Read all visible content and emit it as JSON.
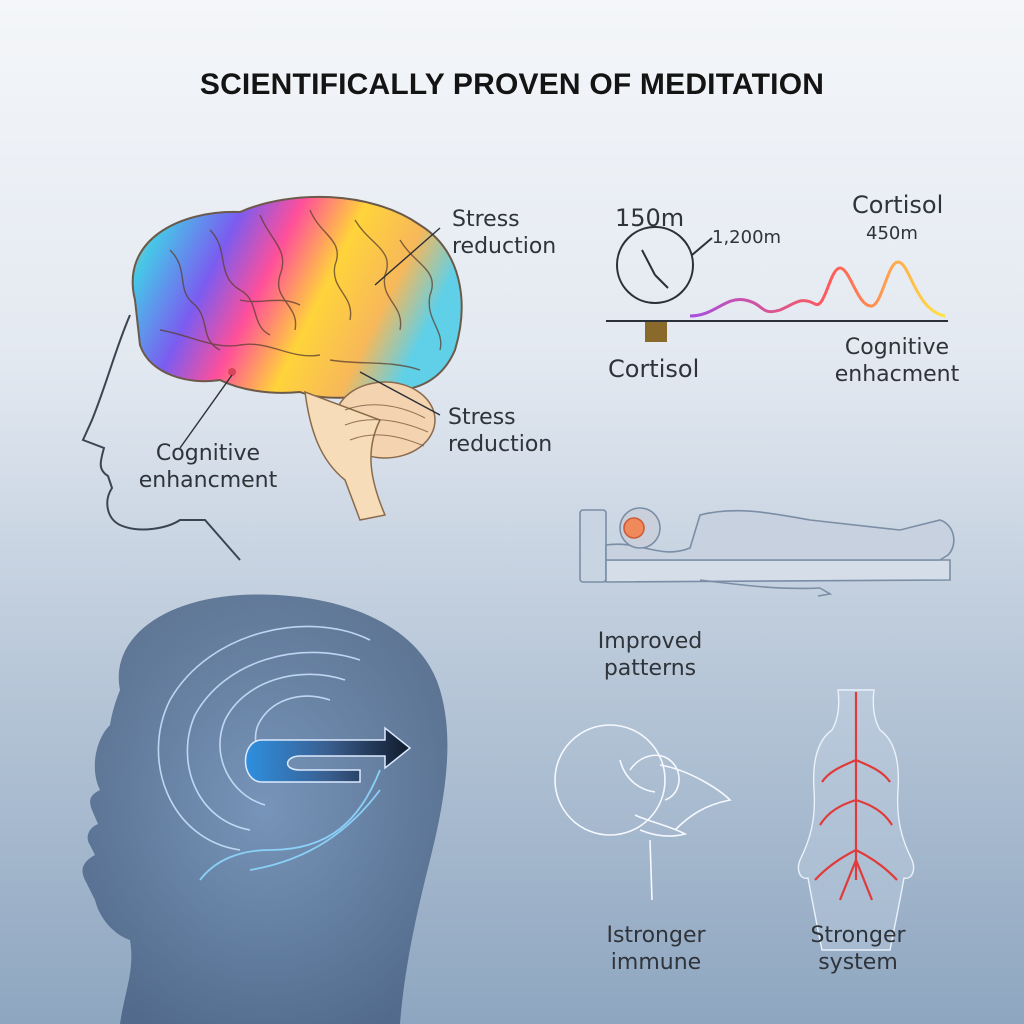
{
  "title": "SCIENTIFICALLY PROVEN OF MEDITATION",
  "brain": {
    "label_top": "Stress\nreduction",
    "label_mid": "Stress\nreduction",
    "label_left": "Cognitive\nenhancment"
  },
  "chart": {
    "left_value": "150m",
    "clock_value": "1,200m",
    "right_title": "Cortisol",
    "right_value": "450m",
    "bottom_left": "Cortisol",
    "bottom_right": "Cognitive\nenhacment"
  },
  "sleep": {
    "label": "Improved\npatterns"
  },
  "immune": {
    "left_label": "Istronger\nimmune",
    "right_label": "Stronger\nsystem"
  },
  "colors": {
    "brain_gradient": [
      "#4fc3e8",
      "#7b5cf0",
      "#ff4f9a",
      "#ffd43a",
      "#f4a86a"
    ],
    "wave_gradient": [
      "#a64fe0",
      "#ff5a5a",
      "#ffe640"
    ],
    "nerves": "#e03a3a"
  }
}
